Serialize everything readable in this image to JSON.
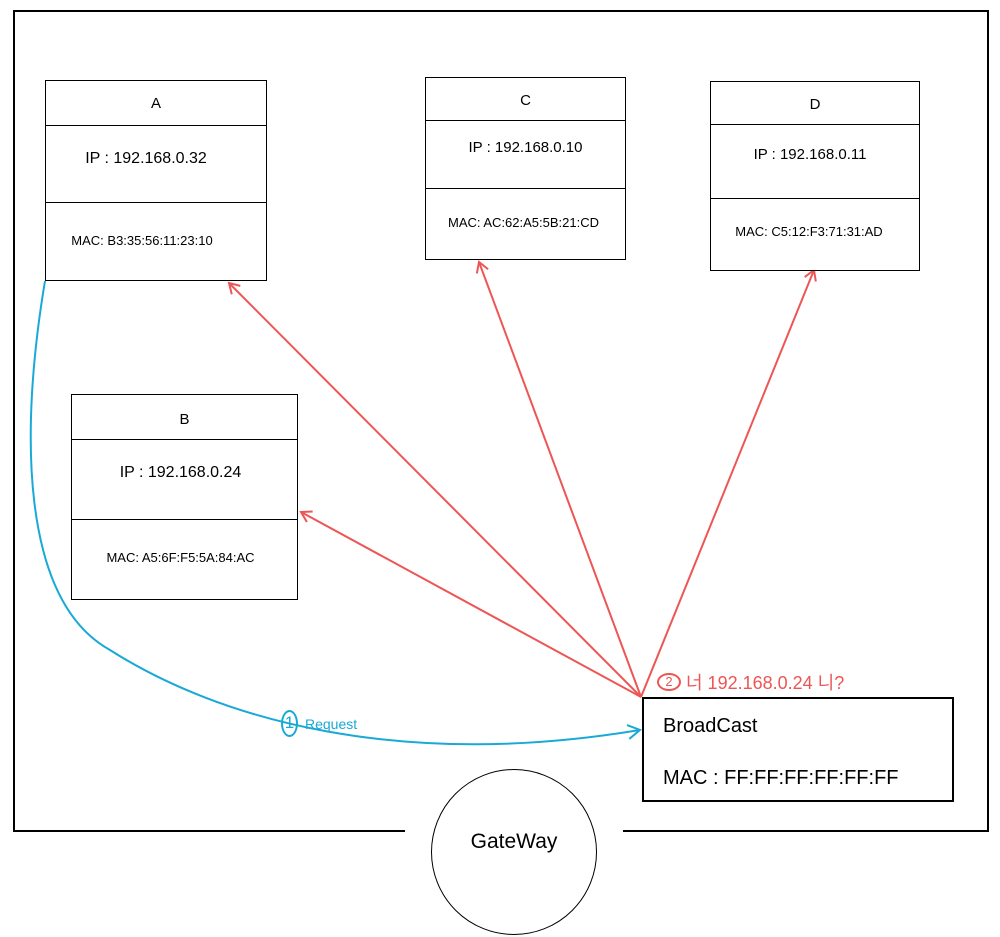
{
  "hosts": {
    "a": {
      "name": "A",
      "ip": "IP : 192.168.0.32",
      "mac": "MAC: B3:35:56:11:23:10"
    },
    "b": {
      "name": "B",
      "ip": "IP : 192.168.0.24",
      "mac": "MAC: A5:6F:F5:5A:84:AC"
    },
    "c": {
      "name": "C",
      "ip": "IP : 192.168.0.10",
      "mac": "MAC: AC:62:A5:5B:21:CD"
    },
    "d": {
      "name": "D",
      "ip": "IP : 192.168.0.11",
      "mac": "MAC: C5:12:F3:71:31:AD"
    }
  },
  "broadcast": {
    "title": "BroadCast",
    "mac": "MAC : FF:FF:FF:FF:FF:FF"
  },
  "gateway": {
    "label": "GateWay"
  },
  "step1": {
    "number": "1",
    "label": "Request"
  },
  "step2": {
    "number": "2",
    "label": "너 192.168.0.24 니?"
  },
  "colors": {
    "request": "#19a9d6",
    "broadcast": "#ee5555",
    "frame": "#000000"
  }
}
